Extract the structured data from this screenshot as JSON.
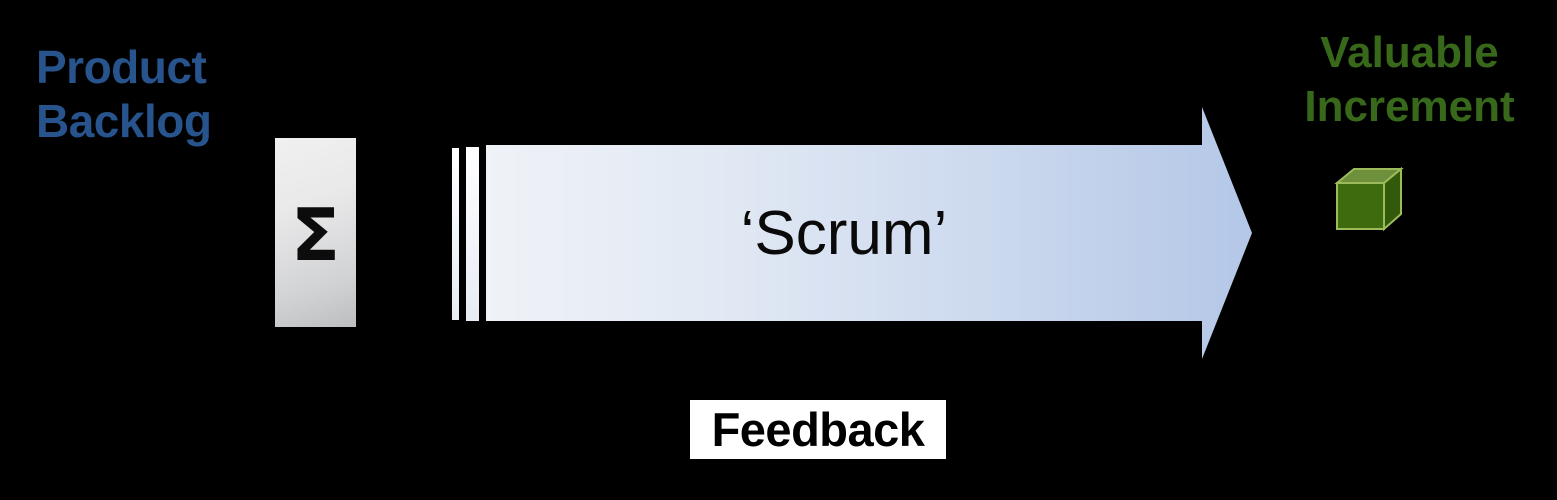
{
  "diagram": {
    "title": "Scrum value delivery flow",
    "background_color": "#000000",
    "left": {
      "label": "Product\nBacklog",
      "color": "#27548C",
      "sigma_symbol": "Σ",
      "sigma_box_name": "ordered-backlog-box"
    },
    "middle": {
      "arrow_label": "‘Scrum’",
      "arrow_fill_start": "#EFF2F7",
      "arrow_fill_end": "#B4C7E7",
      "feedback_label": "Feedback",
      "feedback_text_color": "#000000",
      "feedback_box_color": "#FFFFFF",
      "pause_bar_count": 2
    },
    "right": {
      "label": "Valuable\nIncrement",
      "color": "#38691A",
      "cube_icon": "green-cube-icon",
      "cube_face_color": "#3E6B0E",
      "cube_top_color": "#6E8F3C",
      "cube_side_color": "#2F5309",
      "cube_edge_color": "#8FAF4D"
    }
  }
}
